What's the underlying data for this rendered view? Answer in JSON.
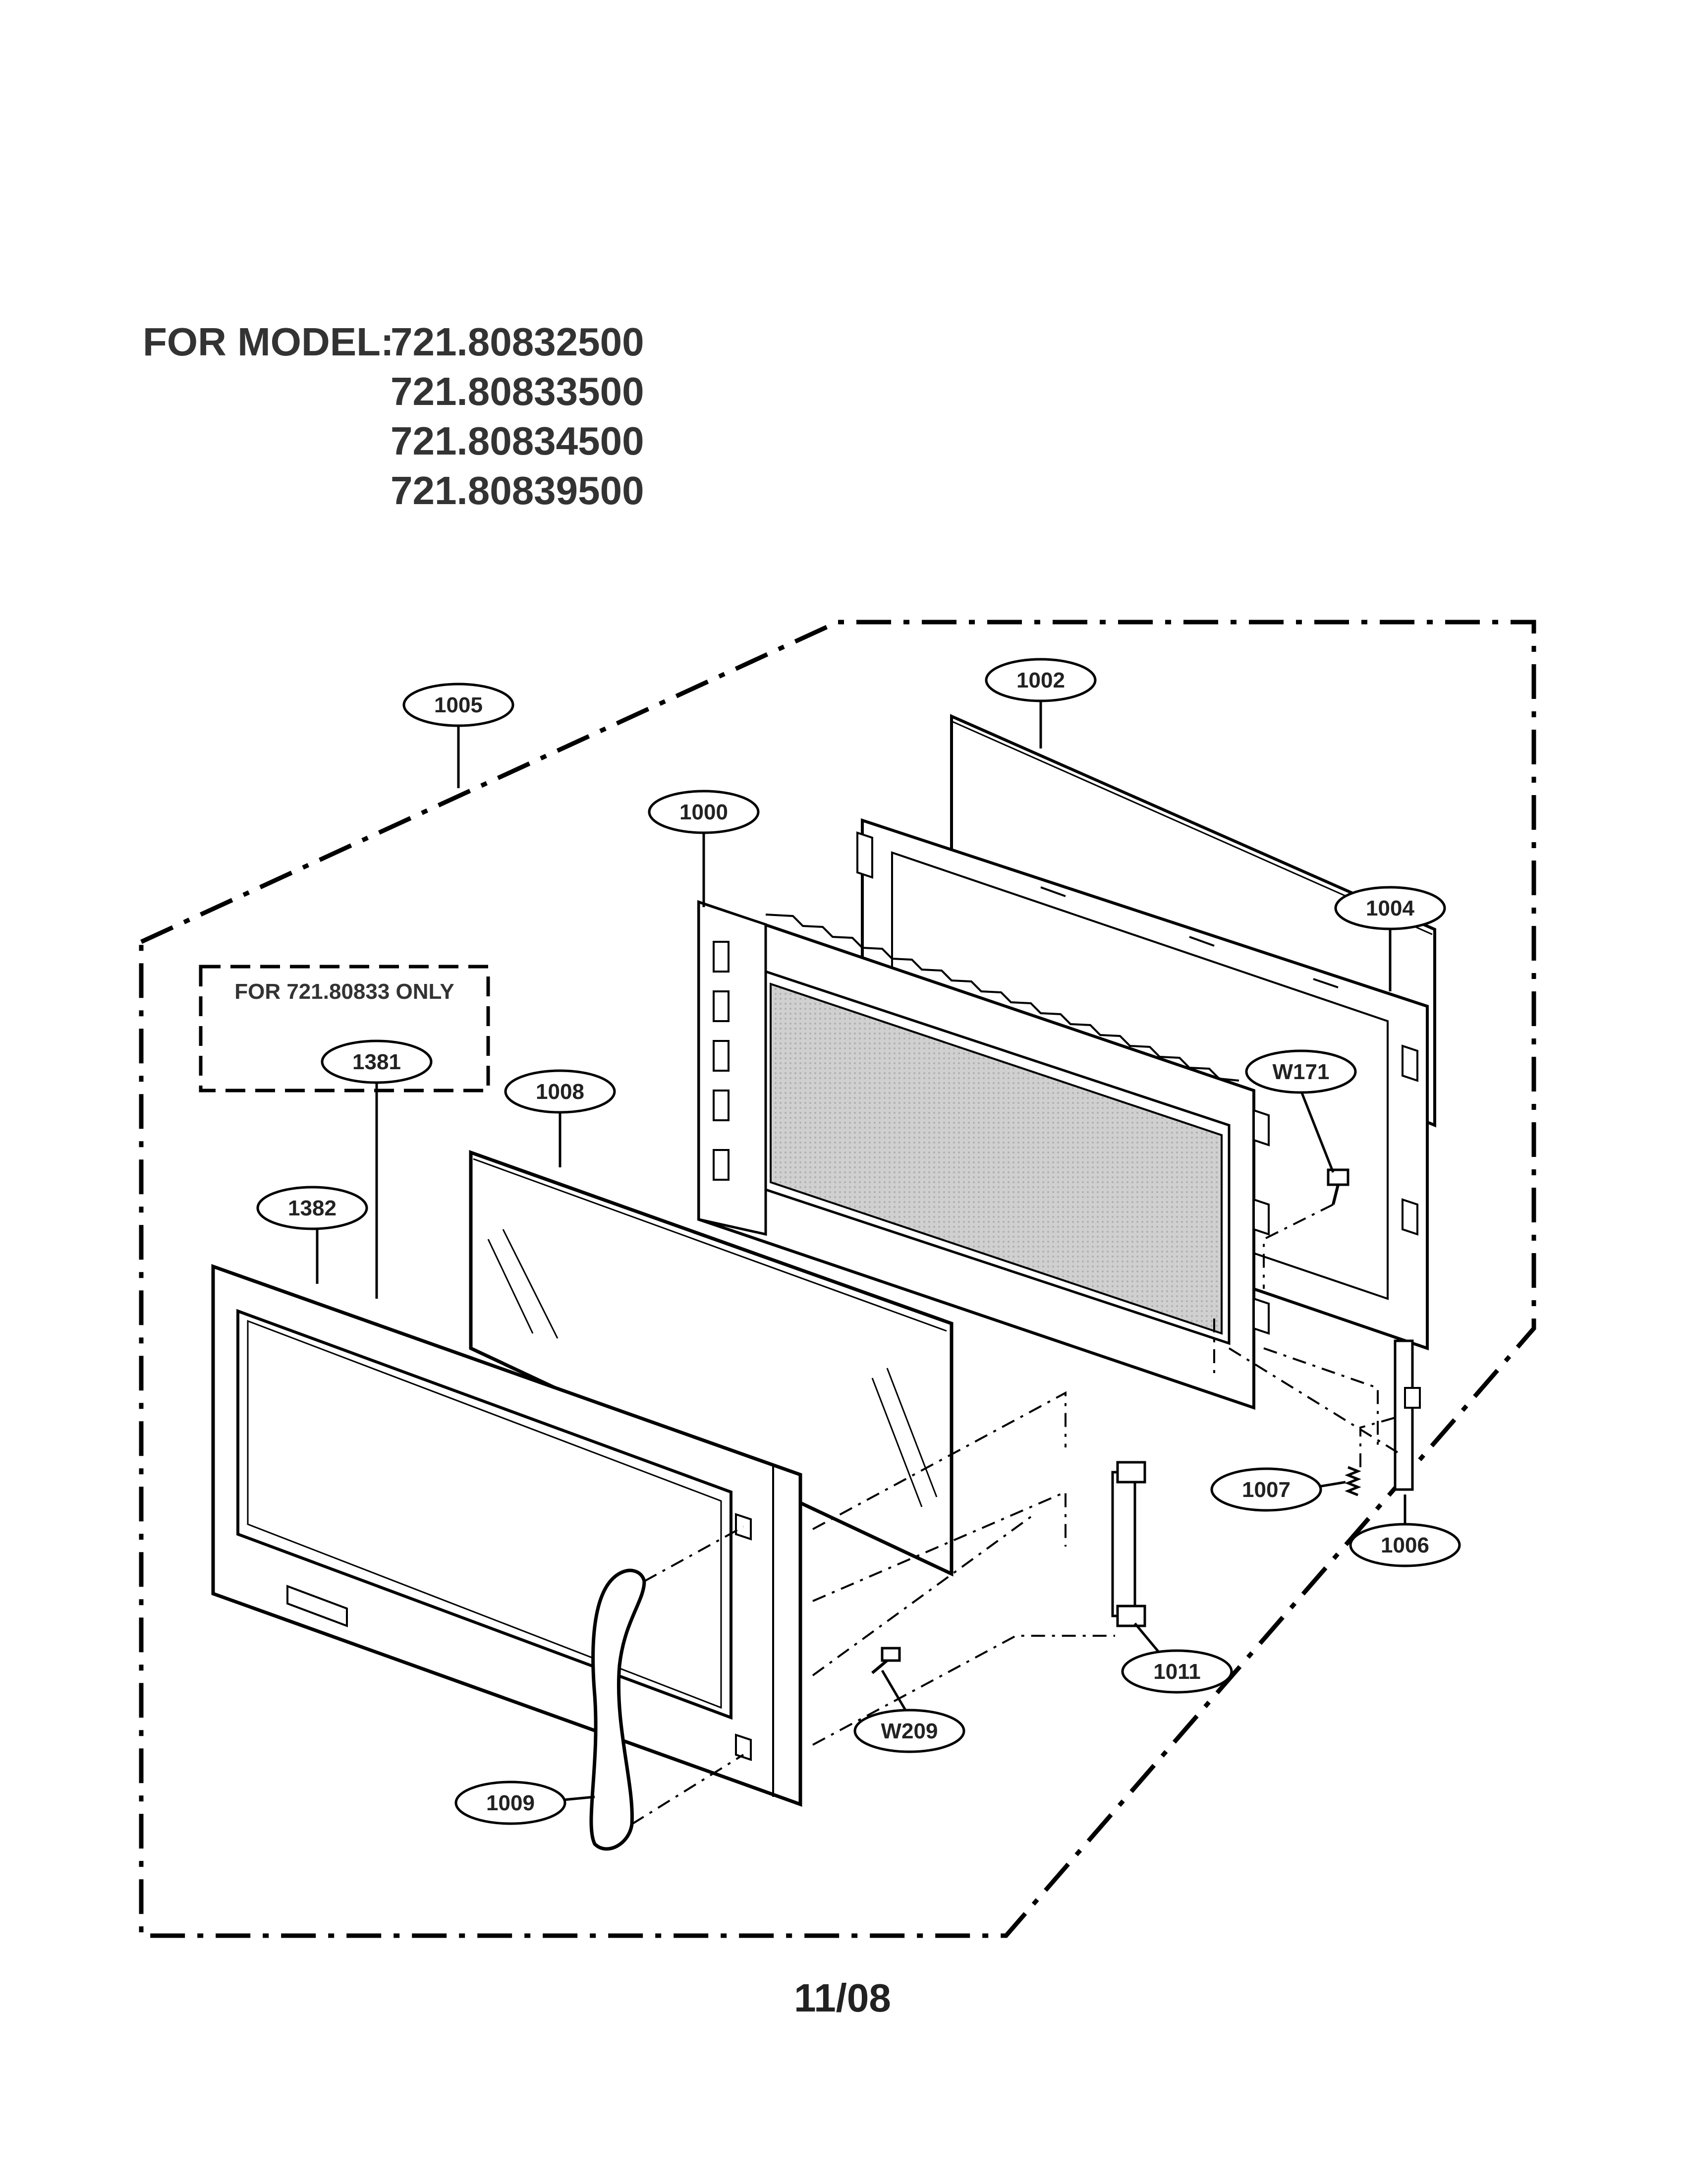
{
  "header": {
    "label": "FOR MODEL:",
    "models": [
      "721.80832500",
      "721.80833500",
      "721.80834500",
      "721.80839500"
    ]
  },
  "note": "FOR 721.80833 ONLY",
  "callouts": {
    "p1005": "1005",
    "p1002": "1002",
    "p1000": "1000",
    "p1004": "1004",
    "pW171": "W171",
    "p1381": "1381",
    "p1008": "1008",
    "p1382": "1382",
    "p1007": "1007",
    "p1006": "1006",
    "p1011": "1011",
    "pW209": "W209",
    "p1009": "1009"
  },
  "footer": {
    "date": "11/08"
  }
}
